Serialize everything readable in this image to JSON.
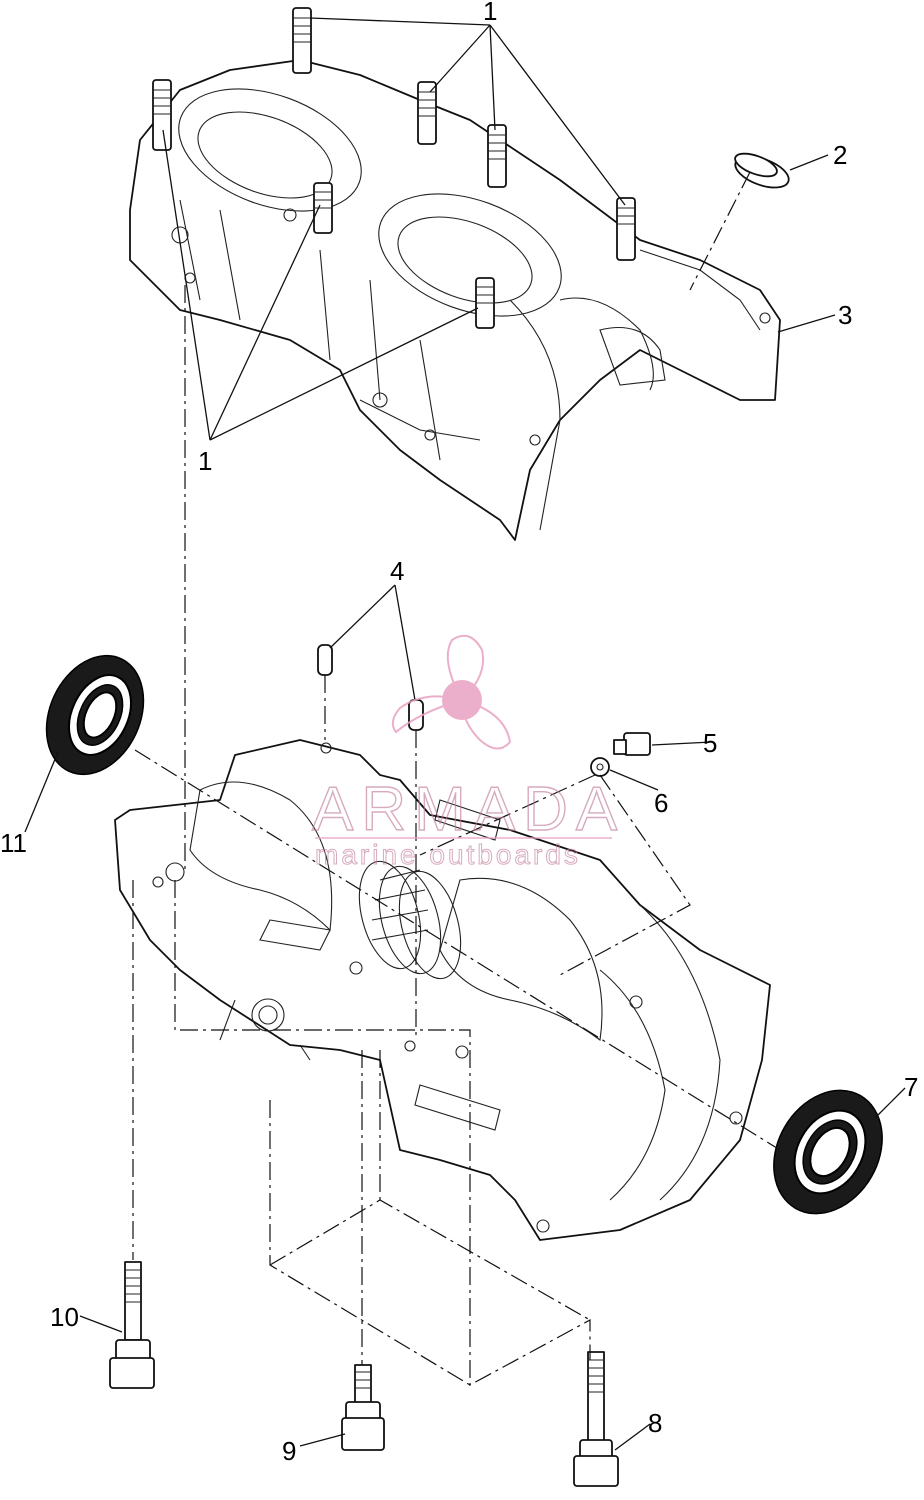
{
  "callouts": {
    "c1_top": "1",
    "c1_bottom": "1",
    "c2": "2",
    "c3": "3",
    "c4": "4",
    "c5": "5",
    "c6": "6",
    "c7": "7",
    "c8": "8",
    "c9": "9",
    "c10": "10",
    "c11": "11"
  },
  "watermark": {
    "name": "ARMADA",
    "tagline": "marine outboards",
    "color": "#e9a2c3"
  }
}
